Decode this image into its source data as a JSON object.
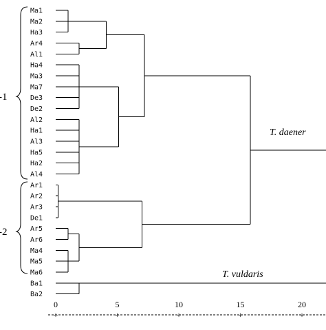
{
  "dendrogram": {
    "leaves": [
      "Ma1",
      "Ma2",
      "Ha3",
      "Ar4",
      "Al1",
      "Ha4",
      "Ma3",
      "Ma7",
      "De3",
      "De2",
      "Al2",
      "Ha1",
      "Al3",
      "Ha5",
      "Ha2",
      "Al4",
      "Ar1",
      "Ar2",
      "Ar3",
      "De1",
      "Ar5",
      "Ar6",
      "Ma4",
      "Ma5",
      "Ma6",
      "Ba1",
      "Ba2"
    ],
    "distance_axis": {
      "ticks": [
        "0",
        "5",
        "10",
        "15",
        "20"
      ],
      "range": [
        0,
        22
      ]
    },
    "species_labels": {
      "upper": "T. daener",
      "lower": "T. vuldaris"
    },
    "cluster_labels": {
      "group1": "-1",
      "group2": "-2"
    }
  }
}
